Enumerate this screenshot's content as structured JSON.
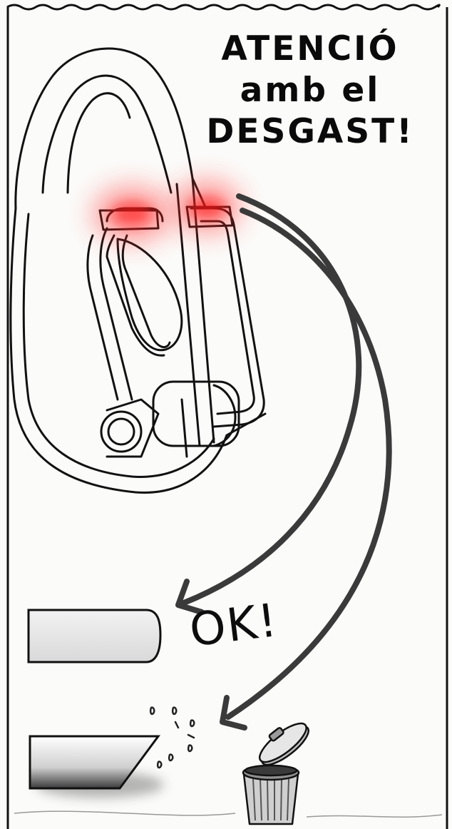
{
  "title": {
    "line1": "ATENCIÓ",
    "line2": "amb el",
    "line3": "DESGAST!"
  },
  "ok_label": "OK!",
  "colors": {
    "ink": "#111111",
    "wear_highlight": "#ff2a2a",
    "arrow": "#3a3a3a",
    "paper": "#fbfbf9"
  },
  "icons": [
    "carabiner-icon",
    "wear-glow-icon",
    "arrow-icon",
    "good-bar-icon",
    "worn-bar-icon",
    "trash-can-icon"
  ]
}
